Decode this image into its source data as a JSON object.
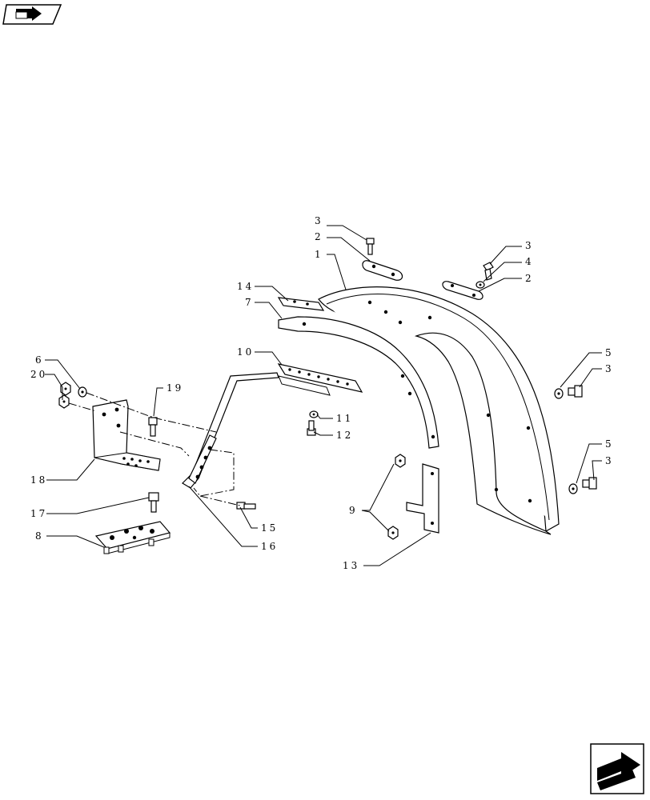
{
  "callouts": {
    "c1": "1",
    "c2a": "2",
    "c2b": "2",
    "c3a": "3",
    "c3b": "3",
    "c3c": "3",
    "c3d": "3",
    "c4": "4",
    "c5a": "5",
    "c5b": "5",
    "c6": "6",
    "c7": "7",
    "c8": "8",
    "c9": "9",
    "c10": "10",
    "c11": "11",
    "c12": "12",
    "c13": "13",
    "c14": "14",
    "c15": "15",
    "c16": "16",
    "c17": "17",
    "c18": "18",
    "c19": "19",
    "c20": "20"
  },
  "icons": {
    "top_left": "back-arrow-icon",
    "bottom_right": "next-arrow-icon"
  }
}
